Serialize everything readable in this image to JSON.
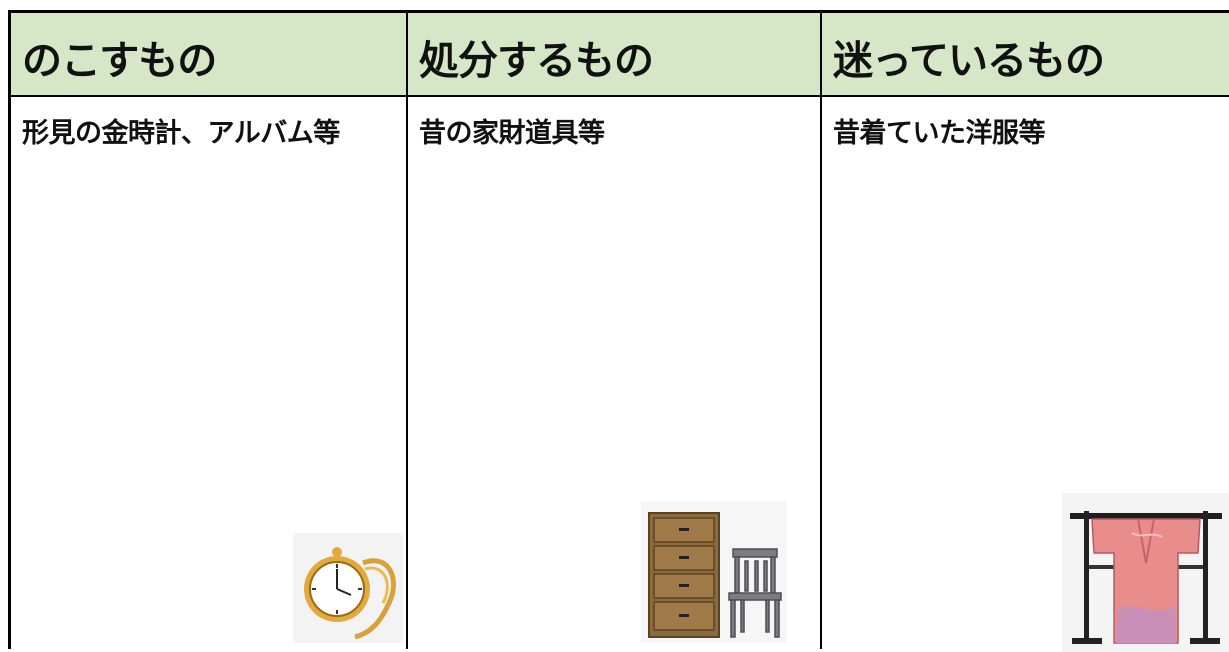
{
  "columns": [
    {
      "heading": "のこすもの",
      "note": "形見の金時計、アルバム等",
      "icon": "pocket-watch"
    },
    {
      "heading": "処分するもの",
      "note": "昔の家財道具等",
      "icon": "chest-and-chair"
    },
    {
      "heading": "迷っているもの",
      "note": "昔着ていた洋服等",
      "icon": "kimono-on-stand"
    }
  ]
}
